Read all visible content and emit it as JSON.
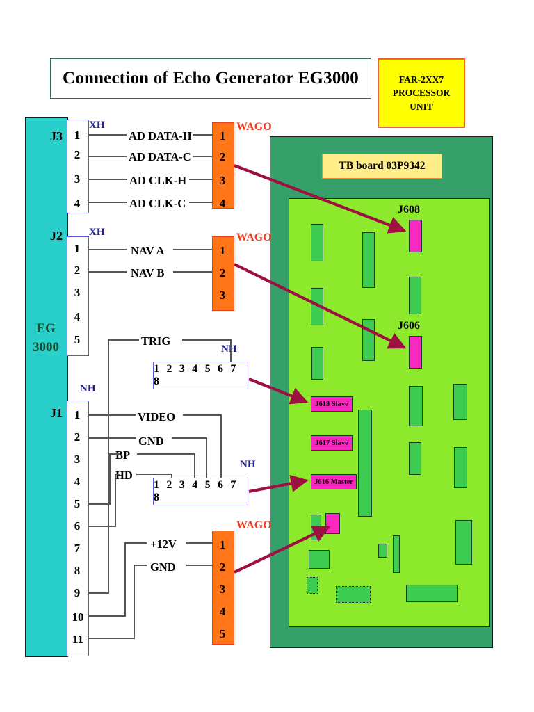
{
  "title": "Connection of Echo Generator  EG3000",
  "unit_box": {
    "lines": [
      "FAR-2XX7",
      "PROCESSOR",
      "UNIT"
    ]
  },
  "device": {
    "name_line1": "EG",
    "name_line2": "3000"
  },
  "connectors": [
    {
      "name": "J3",
      "type_tag": "XH",
      "pins": [
        "1",
        "2",
        "3",
        "4"
      ]
    },
    {
      "name": "J2",
      "type_tag": "XH",
      "pins": [
        "1",
        "2",
        "3",
        "4",
        "5"
      ]
    },
    {
      "name": "J1",
      "type_tag": "NH",
      "pins": [
        "1",
        "2",
        "3",
        "4",
        "5",
        "6",
        "7",
        "8",
        "9",
        "10",
        "11"
      ]
    }
  ],
  "signals": [
    {
      "label": "AD DATA-H"
    },
    {
      "label": "AD DATA-C"
    },
    {
      "label": "AD CLK-H"
    },
    {
      "label": "AD CLK-C"
    },
    {
      "label": "NAV A"
    },
    {
      "label": "NAV B"
    },
    {
      "label": "TRIG"
    },
    {
      "label": "VIDEO"
    },
    {
      "label": "GND"
    },
    {
      "label": "BP"
    },
    {
      "label": "HD"
    },
    {
      "label": "+12V"
    },
    {
      "label": "GND"
    }
  ],
  "wago_blocks": [
    {
      "tag": "WAGO",
      "pins": [
        "1",
        "2",
        "3",
        "4"
      ]
    },
    {
      "tag": "WAGO",
      "pins": [
        "1",
        "2",
        "3"
      ]
    },
    {
      "tag": "WAGO",
      "pins": [
        "1",
        "2",
        "3",
        "4",
        "5"
      ]
    }
  ],
  "nh_strips": [
    {
      "tag": "NH",
      "pins": "1 2 3 4 5 6 7 8"
    },
    {
      "tag": "NH",
      "pins": "1 2 3 4 5 6 7 8"
    }
  ],
  "board": {
    "label": "TB board  03P9342",
    "ports": [
      {
        "name": "J608"
      },
      {
        "name": "J606"
      }
    ],
    "port_labels": [
      {
        "name": "J618 Slave"
      },
      {
        "name": "J617 Slave"
      },
      {
        "name": "J616 Master"
      }
    ]
  },
  "colors": {
    "device_body": "#29cfcb",
    "wago": "#ff7518",
    "board_outer": "#35a06a",
    "board_inner": "#8ce92b",
    "connector_magenta": "#f928c0",
    "arrow": "#9e1040",
    "unit_box": "#ffff00",
    "tb_label": "#ffed8a"
  }
}
